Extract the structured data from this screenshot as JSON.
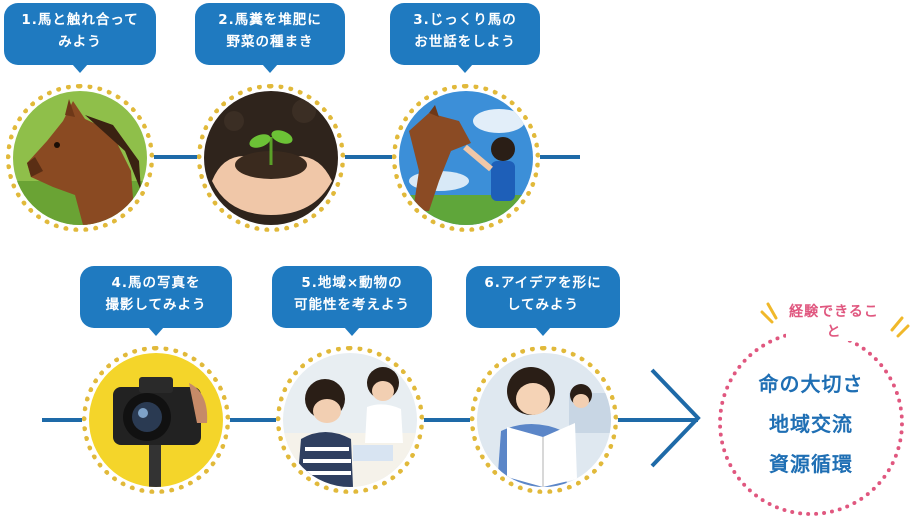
{
  "steps": [
    {
      "line1": "1.馬と触れ合って",
      "line2": "みよう",
      "photo": "horse-portrait"
    },
    {
      "line1": "2.馬糞を堆肥に",
      "line2": "野菜の種まき",
      "photo": "hands-soil-sprout"
    },
    {
      "line1": "3.じっくり馬の",
      "line2": "お世話をしよう",
      "photo": "child-with-horse"
    },
    {
      "line1": "4.馬の写真を",
      "line2": "撮影してみよう",
      "photo": "camera"
    },
    {
      "line1": "5.地域×動物の",
      "line2": "可能性を考えよう",
      "photo": "students-discussing"
    },
    {
      "line1": "6.アイデアを形に",
      "line2": "してみよう",
      "photo": "girl-reading"
    }
  ],
  "result": {
    "label": "経験できること",
    "items": [
      "命の大切さ",
      "地域交流",
      "資源循環"
    ]
  },
  "colors": {
    "bubble": "#1f7ac0",
    "connector": "#1e6aa8",
    "photo_border": "#e1b93a",
    "result_border": "#e0577f",
    "result_text": "#1f6fb4"
  }
}
